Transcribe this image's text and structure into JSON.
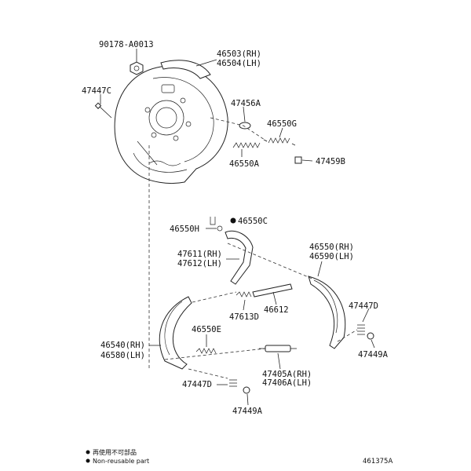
{
  "labels": {
    "p90178": "90178-A0013",
    "p46503": "46503(RH)",
    "p46504": "46504(LH)",
    "p47447c": "47447C",
    "p47456a": "47456A",
    "p46550g": "46550G",
    "p46550a": "46550A",
    "p47459b": "47459B",
    "p46550c": "46550C",
    "p46550h": "46550H",
    "p47611": "47611(RH)",
    "p47612": "47612(LH)",
    "p46550": "46550(RH)",
    "p46590": "46590(LH)",
    "p47613d": "47613D",
    "p46612": "46612",
    "p47447d_r": "47447D",
    "p46550e": "46550E",
    "p47449a_r": "47449A",
    "p46540": "46540(RH)",
    "p46580": "46580(LH)",
    "p47405a": "47405A(RH)",
    "p47406a": "47406A(LH)",
    "p47447d_l": "47447D",
    "p47449a_l": "47449A"
  },
  "legend": {
    "line1": "再使用不可部品",
    "line2": "Non-reusable part"
  },
  "reference": "461375A"
}
